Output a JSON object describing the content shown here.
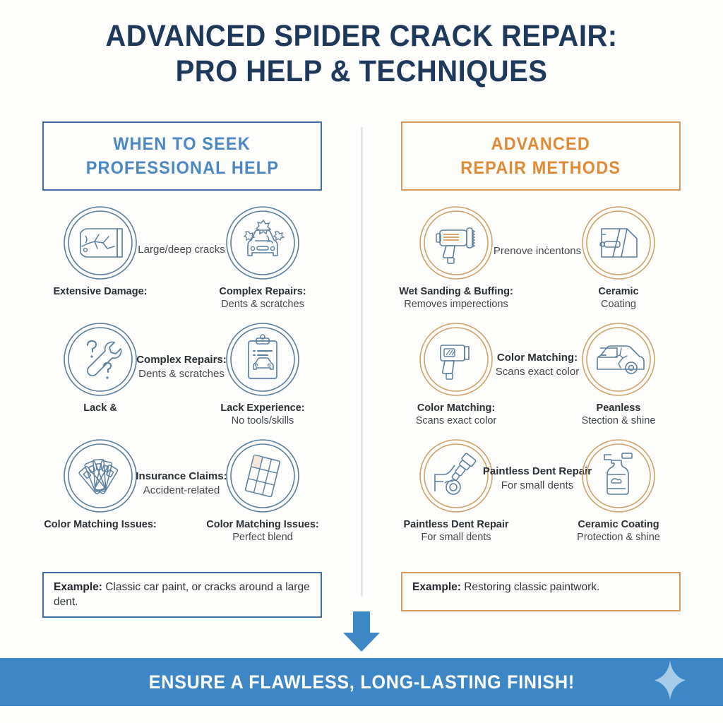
{
  "title": {
    "line1": "ADVANCED SPIDER CRACK REPAIR:",
    "line2": "PRO HELP & TECHNIQUES"
  },
  "colors": {
    "title": "#1d3a5c",
    "blue_accent": "#4a87c4",
    "blue_border": "#3f6fa3",
    "orange_accent": "#e08a35",
    "orange_border": "#d79a58",
    "footer_bg": "#3d87c6",
    "icon_stroke_blue": "#5b7f9e",
    "icon_stroke_orange": "#d0a268",
    "arrow": "#3d87c6",
    "divider": "#e4e4e4",
    "background": "#fdfdfb"
  },
  "left_column": {
    "header": {
      "line1": "WHEN TO SEEK",
      "line2": "PROFESSIONAL HELP"
    },
    "rows": [
      {
        "node_a": {
          "icon": "cracked-windshield-icon",
          "label": "Extensive Damage:",
          "sub": ""
        },
        "mid": {
          "strong": "",
          "sub": "",
          "plain": "Large/deep cracks"
        },
        "node_b": {
          "icon": "damaged-car-front-icon",
          "label": "Complex Repairs:",
          "sub": "Dents & scratches"
        }
      },
      {
        "node_a": {
          "icon": "wrench-question-icon",
          "label": "Lack &",
          "sub": ""
        },
        "mid": {
          "strong": "Complex Repairs:",
          "sub": "Dents & scratches",
          "plain": ""
        },
        "node_b": {
          "icon": "clipboard-car-checklist-icon",
          "label": "Lack Experience:",
          "sub": "No tools/skills"
        }
      },
      {
        "node_a": {
          "icon": "paint-swatch-fan-icon",
          "label": "Color Matching Issues:",
          "sub": ""
        },
        "mid": {
          "strong": "Insurance Claims:",
          "sub": "Accident-related",
          "plain": ""
        },
        "node_b": {
          "icon": "color-palette-grid-icon",
          "label": "Color Matching Issues:",
          "sub": "Perfect blend"
        }
      }
    ],
    "example": {
      "label": "Example:",
      "text": " Classic car paint, or cracks around a large dent."
    }
  },
  "right_column": {
    "header": {
      "line1": "ADVANCED",
      "line2": "REPAIR METHODS"
    },
    "rows": [
      {
        "node_a": {
          "icon": "polisher-buffer-tool-icon",
          "label": "Wet Sanding & Buffing:",
          "sub": "Removes imperections"
        },
        "mid": {
          "strong": "",
          "sub": "",
          "plain": "Prenove inċentons"
        },
        "node_b": {
          "icon": "car-coating-panel-icon",
          "label": "Ceramic",
          "sub": "Coating"
        }
      },
      {
        "node_a": {
          "icon": "color-scanner-gun-icon",
          "label": "Color Matching:",
          "sub": "Scans exact color"
        },
        "mid": {
          "strong": "Color Matching:",
          "sub": "Scans exact color",
          "plain": ""
        },
        "node_b": {
          "icon": "dented-car-side-icon",
          "label": "Peanless",
          "sub": "Stection & shine"
        }
      },
      {
        "node_a": {
          "icon": "dent-pulling-tool-icon",
          "label": "Paintless Dent Repair",
          "sub": "For small dents"
        },
        "mid": {
          "strong": "Paintless Dent Repair",
          "sub": "For small dents",
          "plain": ""
        },
        "node_b": {
          "icon": "ceramic-coating-bottle-icon",
          "label": "Ceramic Coating",
          "sub": "Protection & shine"
        }
      }
    ],
    "example": {
      "label": "Example:",
      "text": " Restoring classic paintwork."
    }
  },
  "arrow": {
    "icon": "down-arrow-icon",
    "direction": "down"
  },
  "footer": {
    "text": "ENSURE A FLAWLESS, LONG-LASTING FINISH!",
    "icon": "sparkle-diamond-icon"
  }
}
